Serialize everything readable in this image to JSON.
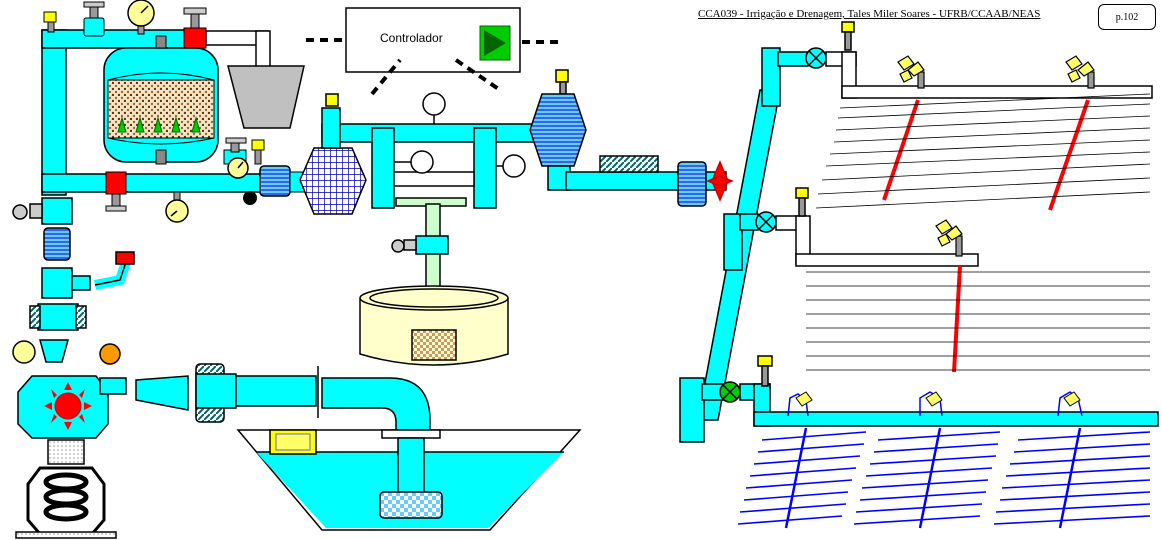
{
  "header": {
    "title": "CCA039 - Irrigação e Drenagem, Tales Miler Soares - UFRB/CCAAB/NEAS",
    "page": "p.102"
  },
  "controller": {
    "label": "Controlador"
  },
  "colors": {
    "pipe": "#00ffff",
    "stroke": "#000000",
    "valve_red": "#ff0000",
    "gauge": "#ffff99",
    "cap_yellow": "#ffff00",
    "green_button": "#00cc00",
    "fertilizer_tank": "#ffffcc",
    "lateral_red": "#ff0000",
    "lateral_blue": "#0000ff",
    "sand_media": "#cc9966",
    "hopper_grey": "#c0c0c0",
    "pump_orange": "#ff9900"
  },
  "icons": [
    "pressure-gauge-icon",
    "valve-handle-icon",
    "sprinkler-icon",
    "play-icon",
    "pump-impeller-icon",
    "motor-coil-icon"
  ]
}
